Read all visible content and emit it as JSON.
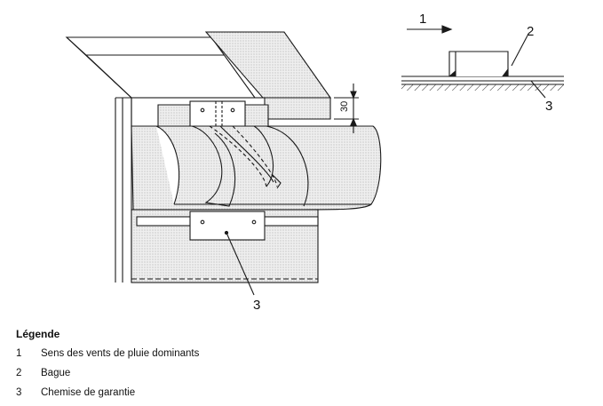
{
  "figure": {
    "callouts": [
      "1",
      "2",
      "3",
      "3"
    ],
    "dimension": "30"
  },
  "legend": {
    "title": "Légende",
    "items": [
      {
        "num": "1",
        "text": "Sens des vents de pluie dominants"
      },
      {
        "num": "2",
        "text": "Bague"
      },
      {
        "num": "3",
        "text": "Chemise de garantie"
      }
    ]
  },
  "colors": {
    "line": "#1a1a1a",
    "hatch": "#d8d8d8"
  }
}
